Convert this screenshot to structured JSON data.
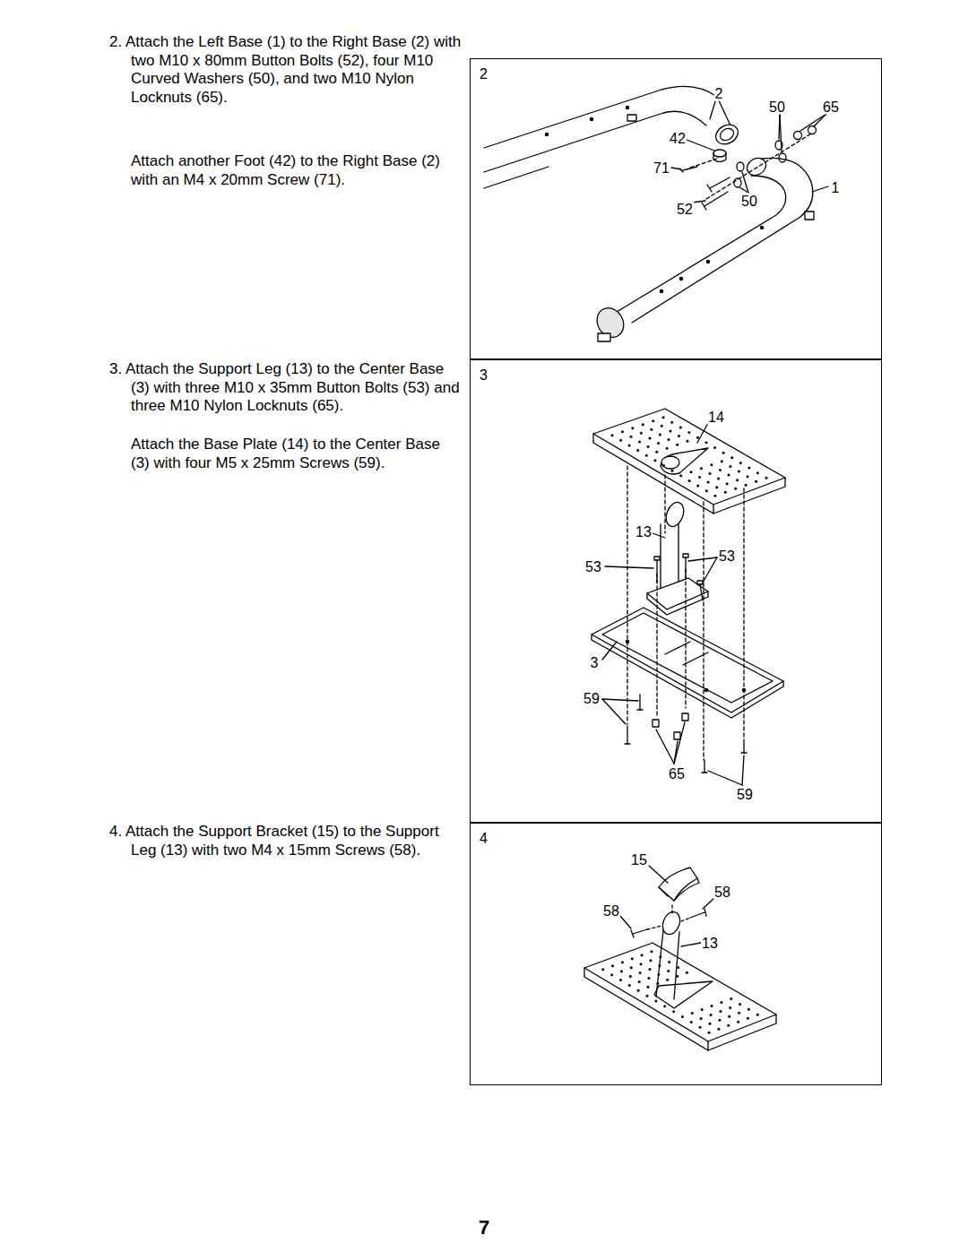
{
  "diagram": {
    "nodes": [
      {
        "text": [
          "2"
        ]
      },
      {
        "text": [
          "3"
        ]
      },
      {
        "text": [
          "4"
        ]
      }
    ],
    "labels": [
      "2. Attach the Left Base (1) to the Right Base (2) with two M10 x 80mm Button Bolts (52), four M10 Curved Washers (50), and two M10 Nylon Locknuts (65).",
      "Attach another Foot (42) to the Right Base (2) with an M4 x 20mm Screw (71).",
      "3. Attach the Support Leg (13) to the Center Base (3) with three M10 x 35mm Button Bolts (53) and three M10 Nylon Locknuts (65).",
      "Attach the Base Plate (14) to the Center Base (3) with four M5 x 25mm Screws (59).",
      "4. Attach the Support Bracket (15) to the Support Leg (13) with two M4 x 15mm Screws (58).",
      "2",
      "50",
      "65",
      "42",
      "71",
      "50",
      "1",
      "52",
      "14",
      "13",
      "53",
      "53",
      "3",
      "59",
      "65",
      "59",
      "15",
      "58",
      "58",
      "13",
      "7"
    ]
  }
}
